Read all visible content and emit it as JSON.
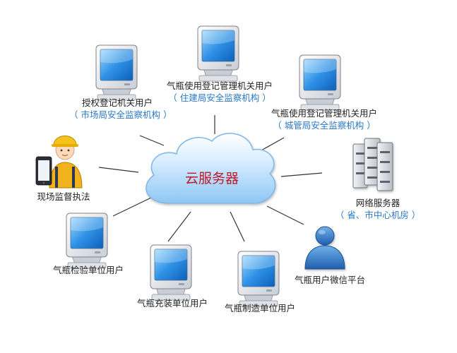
{
  "center": {
    "label": "云服务器"
  },
  "nodes": [
    {
      "id": "authorized",
      "label": "授权登记机关用户",
      "sub": "（ 市场局安全监察机构 ）"
    },
    {
      "id": "housing",
      "label": "气瓶使用登记管理机关用户",
      "sub": "（ 住建局安全监察机构 ）"
    },
    {
      "id": "urban",
      "label": "气瓶使用登记管理机关用户",
      "sub": "（ 城管局安全监察机构 ）"
    },
    {
      "id": "field",
      "label": "现场监督执法"
    },
    {
      "id": "network",
      "label": "网络服务器",
      "sub": "（ 省、市中心机房 ）"
    },
    {
      "id": "inspection",
      "label": "气瓶检验单位用户"
    },
    {
      "id": "filling",
      "label": "气瓶充装单位用户"
    },
    {
      "id": "manufacture",
      "label": "气瓶制造单位用户"
    },
    {
      "id": "wechat",
      "label": "气瓶用户微信平台"
    }
  ]
}
